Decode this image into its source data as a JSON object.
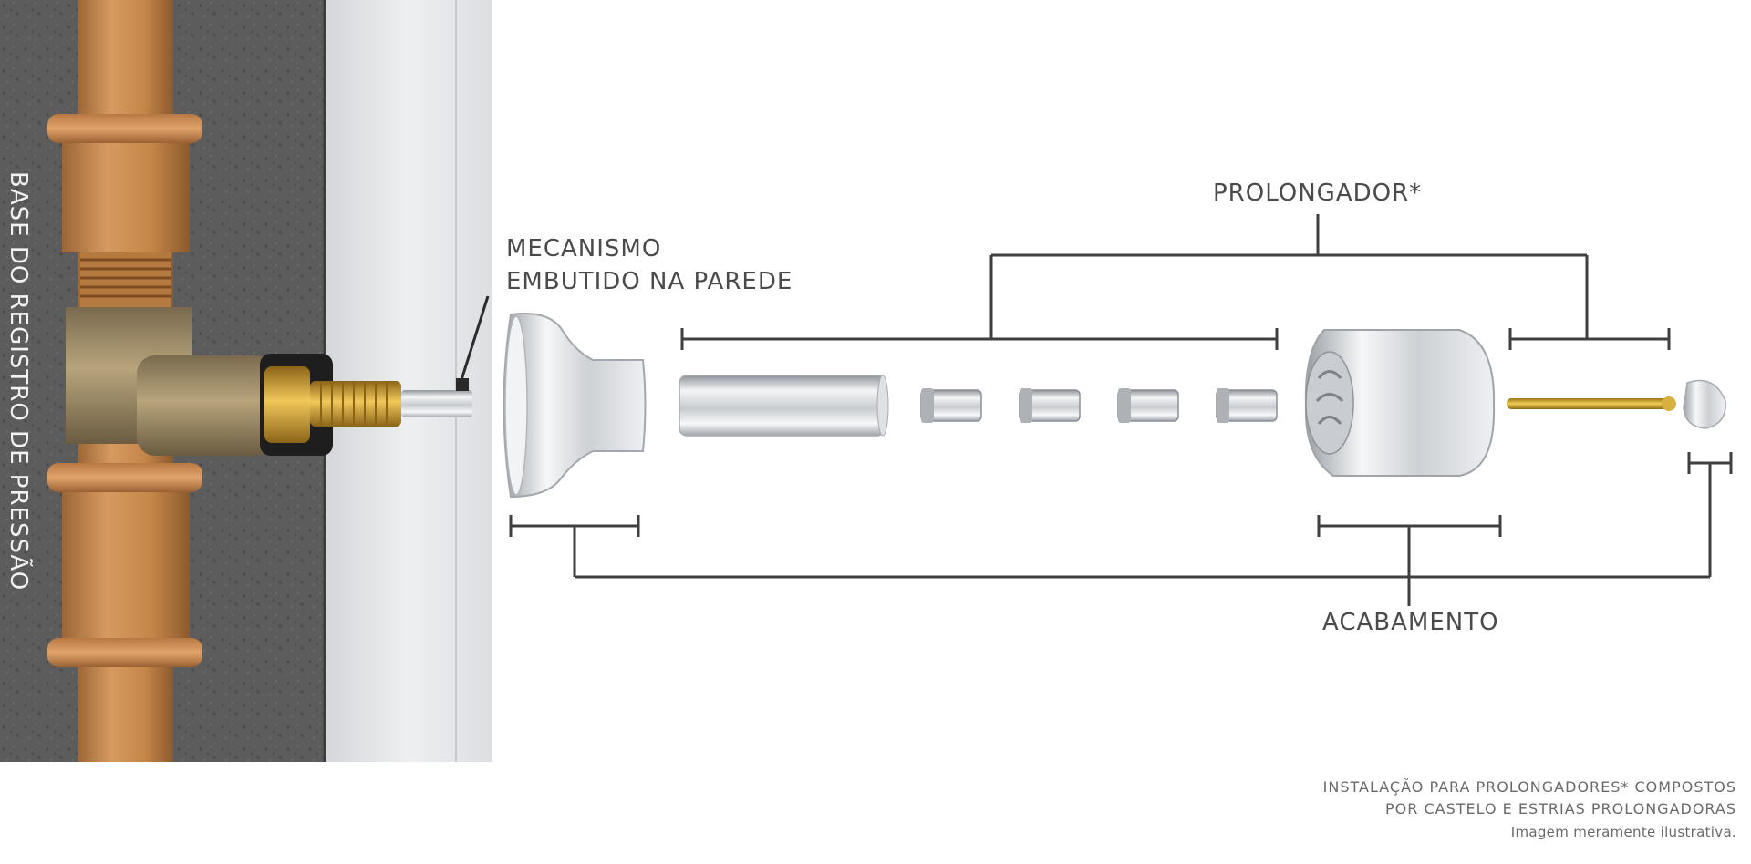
{
  "labels": {
    "base": "BASE DO REGISTRO DE PRESSÃO",
    "mechanism_line1": "MECANISMO",
    "mechanism_line2": "EMBUTIDO NA PAREDE",
    "extender": "PROLONGADOR*",
    "finish": "ACABAMENTO"
  },
  "footnote": {
    "line1": "INSTALAÇÃO PARA PROLONGADORES* COMPOSTOS",
    "line2": "POR CASTELO E ESTRIAS PROLONGADORAS",
    "line3": "Imagem meramente ilustrativa."
  },
  "colors": {
    "pipe": "#c98a52",
    "wall": "#5b5b5b",
    "tile": "#e7e8ea",
    "brass": "#d9a53a",
    "chrome": "#d6d8db",
    "bracket": "#3f3f3f",
    "label": "#4a4a4a"
  }
}
